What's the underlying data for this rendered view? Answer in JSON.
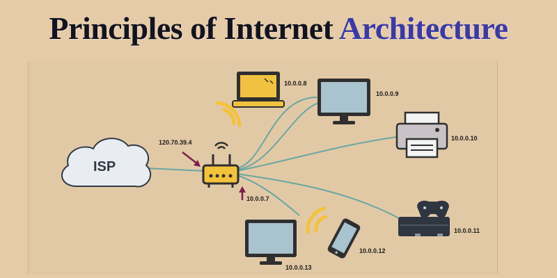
{
  "title": {
    "part1": "Principles of Internet",
    "part2": "Architecture"
  },
  "colors": {
    "background": "#e6cba8",
    "title_dark": "#13131f",
    "title_accent": "#3a3aa6",
    "link_line": "#6aa6a2",
    "router_body": "#f2c23b",
    "wifi_signal": "#f3c23a",
    "arrow": "#7a1f4a",
    "device_screen": "#a9c3cf",
    "laptop_screen": "#f0c23f"
  },
  "diagram": {
    "isp_label": "ISP",
    "router_public_ip": "120.70.39.4",
    "router_local_ip": "10.0.0.7",
    "devices": [
      {
        "icon": "laptop-icon",
        "ip": "10.0.0.8"
      },
      {
        "icon": "desktop-monitor-icon",
        "ip": "10.0.0.9"
      },
      {
        "icon": "printer-icon",
        "ip": "10.0.0.10"
      },
      {
        "icon": "game-console-icon",
        "ip": "10.0.0.11"
      },
      {
        "icon": "smartphone-icon",
        "ip": "10.0.0.12"
      },
      {
        "icon": "desktop-monitor-icon",
        "ip": "10.0.0.13"
      }
    ]
  }
}
